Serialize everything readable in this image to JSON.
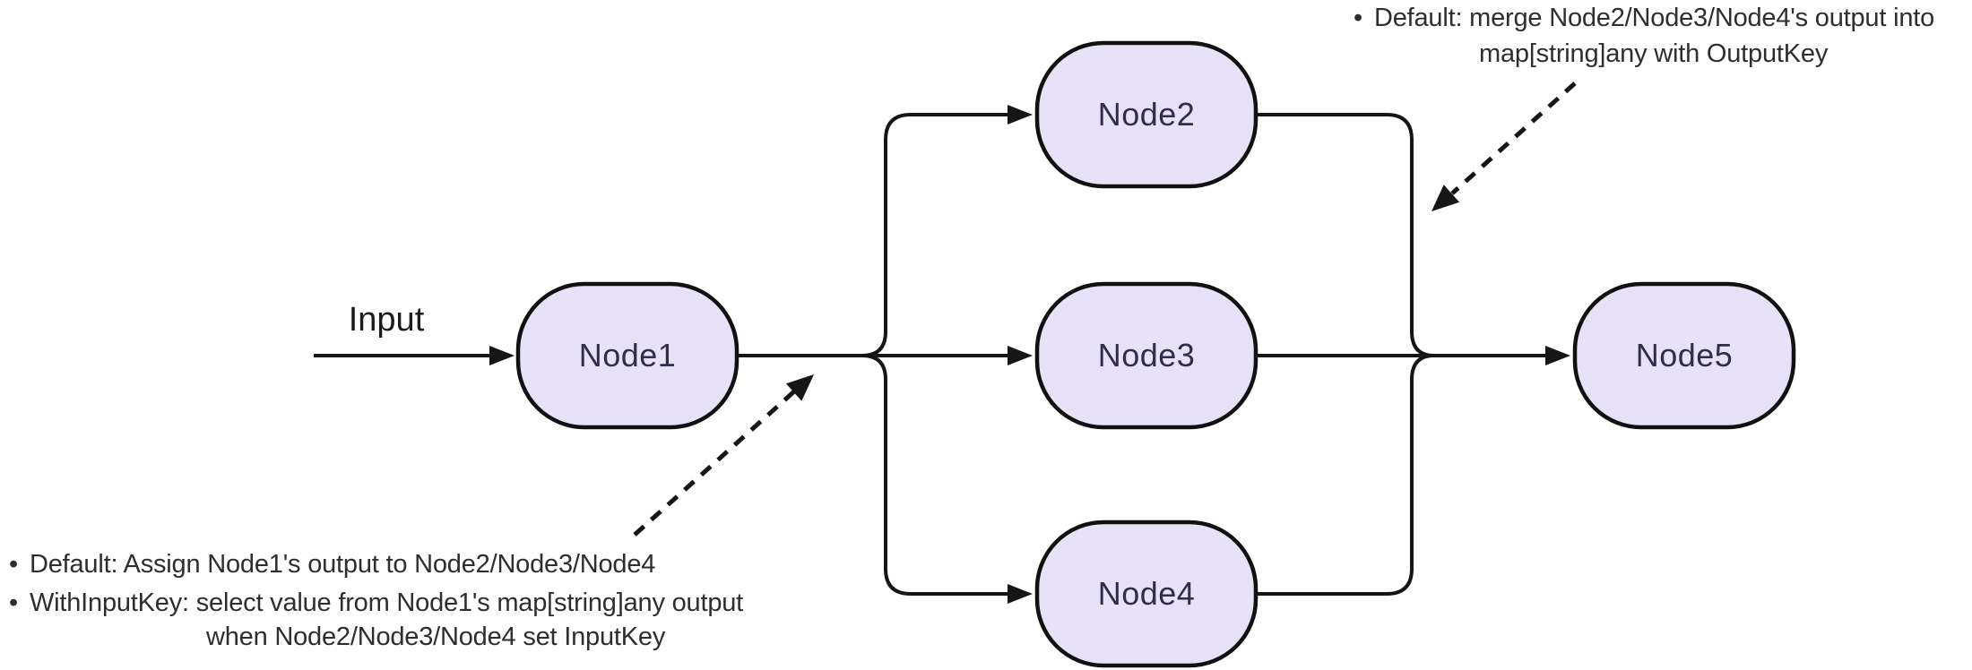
{
  "diagram": {
    "type": "flowchart",
    "background": "#ffffff",
    "bullet": "•",
    "input_label": "Input",
    "nodes": [
      {
        "id": "Node1",
        "label": "Node1"
      },
      {
        "id": "Node2",
        "label": "Node2"
      },
      {
        "id": "Node3",
        "label": "Node3"
      },
      {
        "id": "Node4",
        "label": "Node4"
      },
      {
        "id": "Node5",
        "label": "Node5"
      }
    ],
    "edges": [
      "Input→Node1",
      "Node1→Node2",
      "Node1→Node3",
      "Node1→Node4",
      "Node2→Node5",
      "Node3→Node5",
      "Node4→Node5"
    ],
    "annotations": {
      "merge_note": {
        "lines": [
          "Default: merge Node2/Node3/Node4's output into",
          "map[string]any with OutputKey"
        ]
      },
      "fanout_note": {
        "lines": [
          "Default: Assign Node1's output to Node2/Node3/Node4",
          "WithInputKey: select value from Node1's map[string]any output",
          "when Node2/Node3/Node4 set InputKey"
        ]
      }
    },
    "colors": {
      "node_fill": "#e8e2f8",
      "node_border": "#111111",
      "edge": "#161616",
      "annotation_text": "#2e2e2e",
      "node_text": "#322d4d"
    }
  }
}
